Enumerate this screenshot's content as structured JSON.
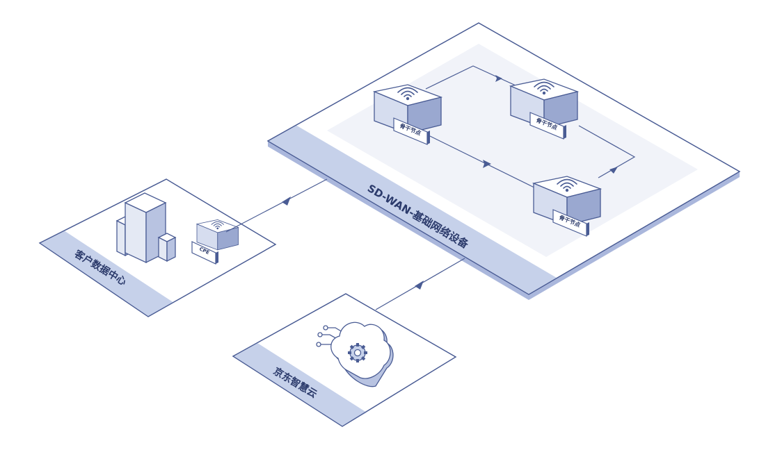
{
  "platforms": {
    "sdwan": {
      "label": "SD-WAN-基础网络设备"
    },
    "customer_dc": {
      "label": "客户数据中心"
    },
    "jd_cloud": {
      "label": "京东智慧云"
    }
  },
  "nodes": {
    "backbone_1": {
      "tag": "骨干节点"
    },
    "backbone_2": {
      "tag": "骨干节点"
    },
    "backbone_3": {
      "tag": "骨干节点"
    },
    "cpe": {
      "tag": "CPE"
    }
  },
  "icons": [
    "wifi-icon",
    "building-icon",
    "cloud-gear-icon",
    "arrow-icon"
  ],
  "colors": {
    "line": "#4a5c94",
    "fill_light": "#f4f6fb",
    "band": "#c6d1ea",
    "box_side": "#d6ddef"
  }
}
